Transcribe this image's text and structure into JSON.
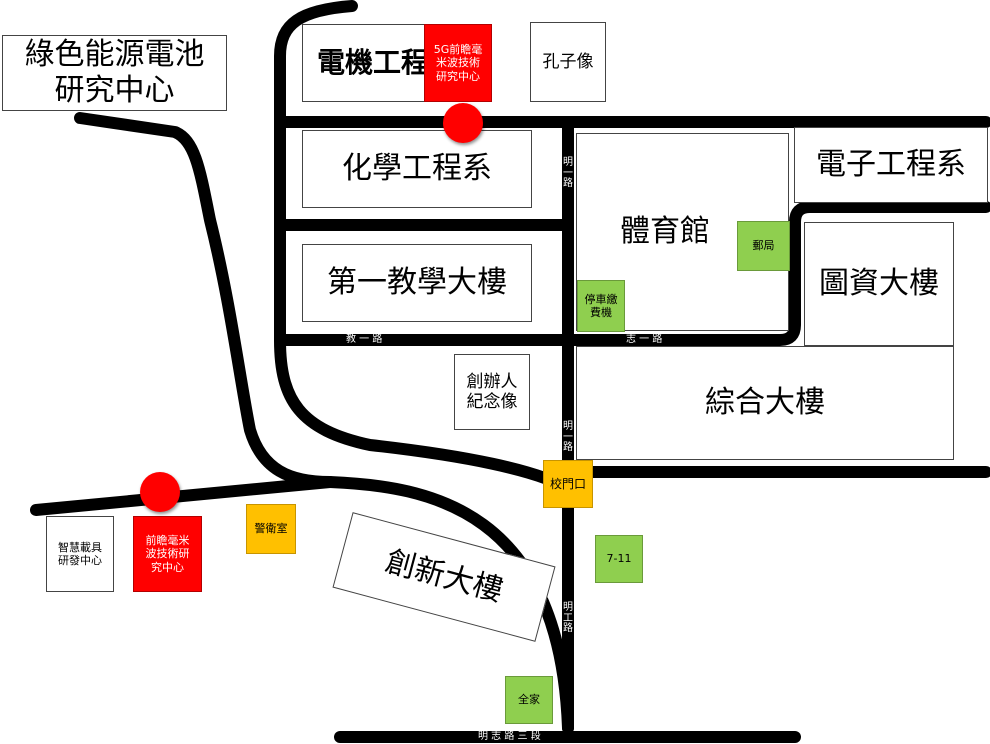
{
  "buildings": {
    "green_energy": "綠色能源電池\n研究中心",
    "electrical_eng": "電機工程",
    "mmwave_5g": "5G前瞻毫\n米波技術\n研究中心",
    "confucius": "孔子像",
    "chemical_eng": "化學工程系",
    "gym": "體育館",
    "post_office": "郵局",
    "electronic_eng": "電子工程系",
    "teaching_building_1": "第一教學大樓",
    "parking_kiosk": "停車繳\n費機",
    "library": "圖資大樓",
    "founder_statue": "創辦人\n紀念像",
    "integrated_building": "綜合大樓",
    "main_gate": "校門口",
    "smart_vehicle": "智慧載具\n研發中心",
    "mmwave_center": "前瞻毫米\n波技術研\n究中心",
    "guard_room": "警衛室",
    "innovation_building": "創新大樓",
    "seven_eleven": "7-11",
    "family_mart": "全家"
  },
  "roads": {
    "jiaoyi": "教 一 路",
    "zhiyi": "志 一 路",
    "mingyi": "明一路",
    "mingyi_lower": "明一路",
    "minggong": "明工路",
    "mingzhi3": "明 志 路 三 段"
  },
  "colors": {
    "road": "#000000",
    "research_center": "#ff0000",
    "amenity": "#8fcf4f",
    "security": "#ffc000",
    "road_label": "#ffffff"
  }
}
